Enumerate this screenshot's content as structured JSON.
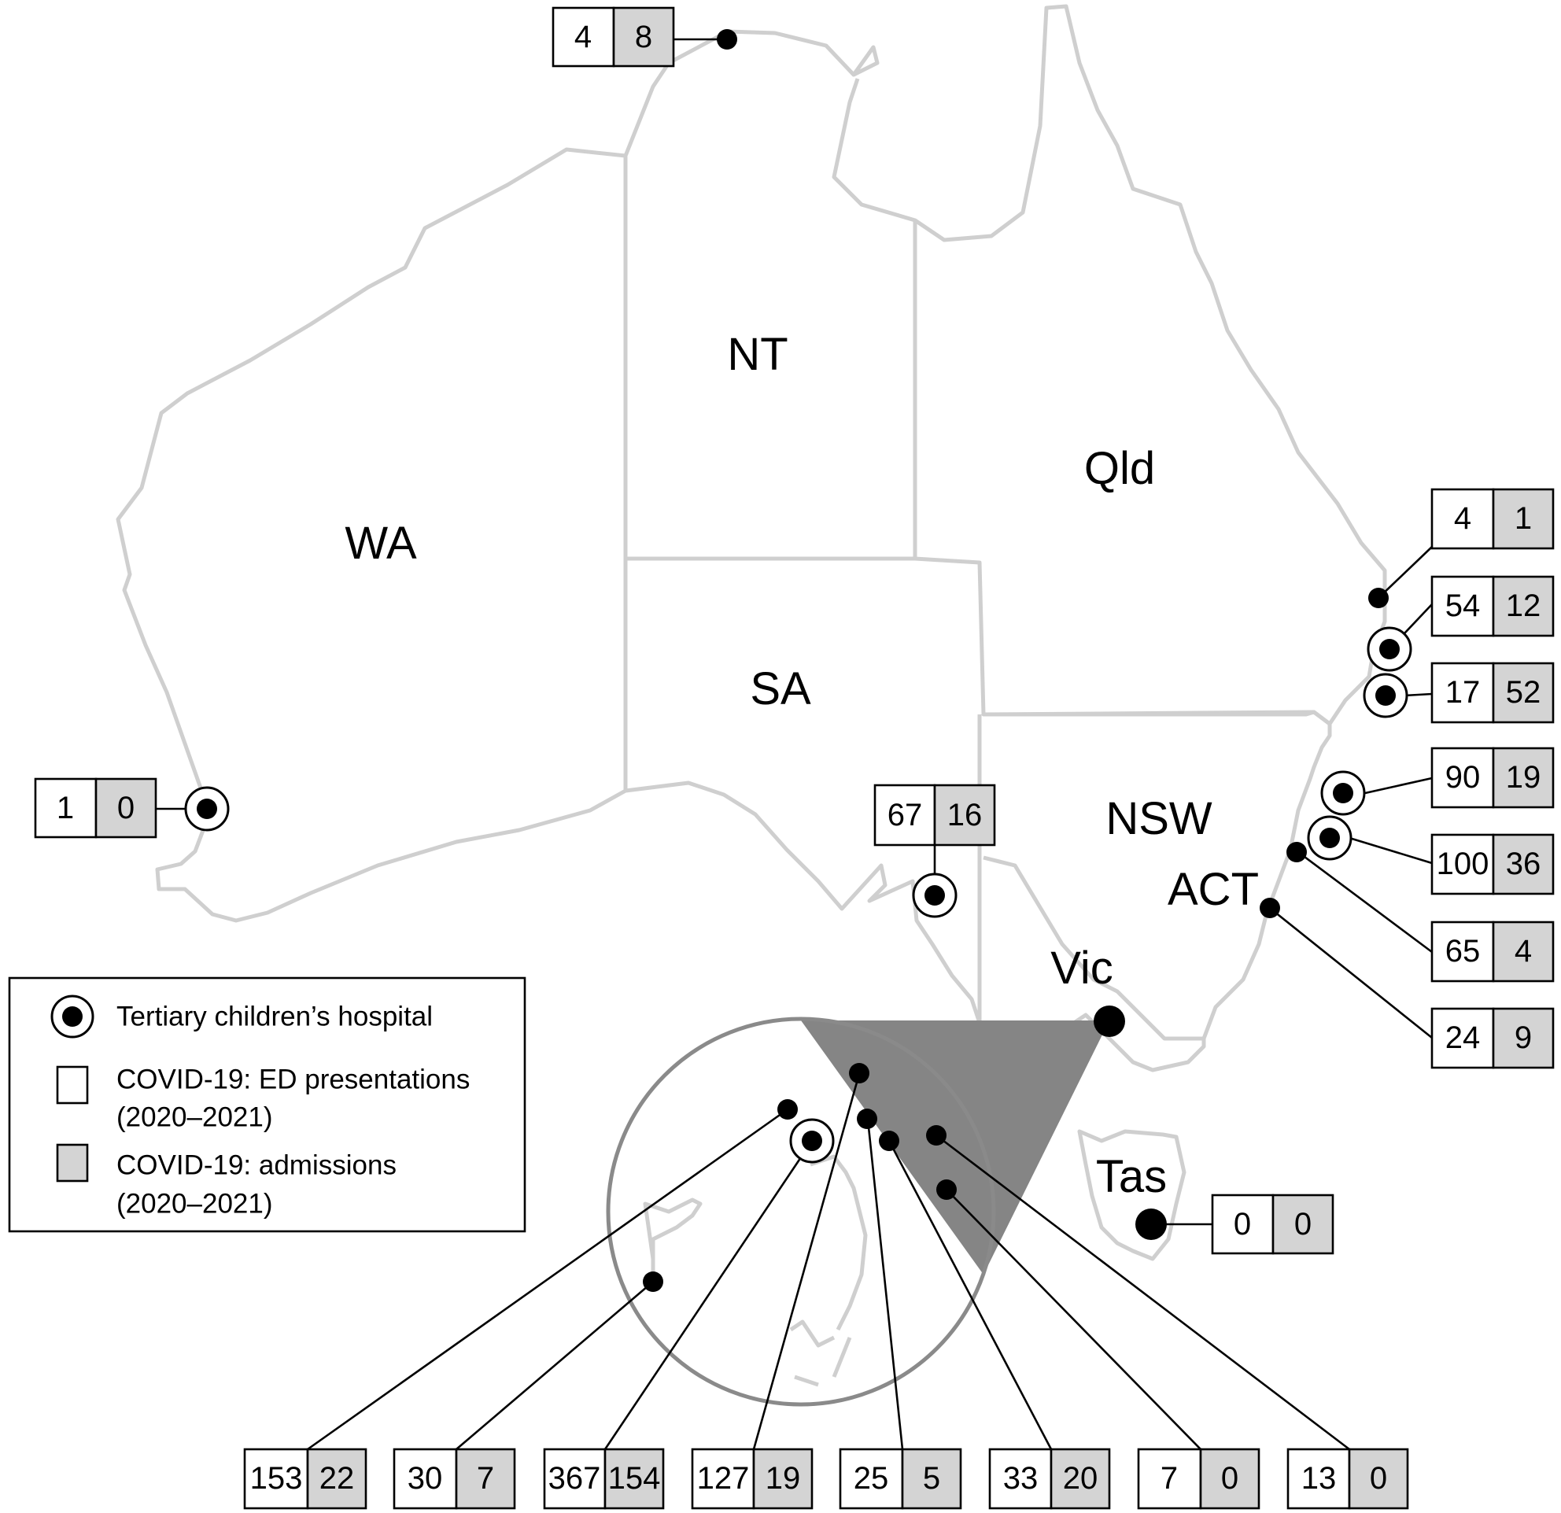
{
  "states": {
    "wa": "WA",
    "nt": "NT",
    "qld": "Qld",
    "sa": "SA",
    "nsw": "NSW",
    "act": "ACT",
    "vic": "Vic",
    "tas": "Tas"
  },
  "legend": {
    "tertiary": "Tertiary children’s hospital",
    "ed_line1": "COVID-19: ED presentations",
    "ed_line2": "(2020–2021)",
    "adm_line1": "COVID-19: admissions",
    "adm_line2": "(2020–2021)"
  },
  "colors": {
    "ed_box": "#ffffff",
    "admissions_box": "#d4d4d4",
    "state_border": "#cfcfcf"
  },
  "hospitals": [
    {
      "id": "nt-darwin",
      "state": "NT",
      "tertiary": false,
      "ed": "4",
      "adm": "8"
    },
    {
      "id": "wa-perth",
      "state": "WA",
      "tertiary": true,
      "ed": "1",
      "adm": "0"
    },
    {
      "id": "sa-adelaide",
      "state": "SA",
      "tertiary": true,
      "ed": "67",
      "adm": "16"
    },
    {
      "id": "qld-1",
      "state": "Qld",
      "tertiary": false,
      "ed": "4",
      "adm": "1"
    },
    {
      "id": "qld-2",
      "state": "Qld",
      "tertiary": true,
      "ed": "54",
      "adm": "12"
    },
    {
      "id": "qld-3",
      "state": "Qld",
      "tertiary": true,
      "ed": "17",
      "adm": "52"
    },
    {
      "id": "nsw-1",
      "state": "NSW",
      "tertiary": true,
      "ed": "90",
      "adm": "19"
    },
    {
      "id": "nsw-2",
      "state": "NSW",
      "tertiary": true,
      "ed": "100",
      "adm": "36"
    },
    {
      "id": "nsw-3",
      "state": "NSW",
      "tertiary": false,
      "ed": "65",
      "adm": "4"
    },
    {
      "id": "act-1",
      "state": "ACT",
      "tertiary": false,
      "ed": "24",
      "adm": "9"
    },
    {
      "id": "tas-1",
      "state": "Tas",
      "tertiary": false,
      "ed": "0",
      "adm": "0"
    },
    {
      "id": "vic-1",
      "state": "Vic",
      "tertiary": false,
      "ed": "153",
      "adm": "22"
    },
    {
      "id": "vic-2",
      "state": "Vic",
      "tertiary": false,
      "ed": "30",
      "adm": "7"
    },
    {
      "id": "vic-3",
      "state": "Vic",
      "tertiary": true,
      "ed": "367",
      "adm": "154"
    },
    {
      "id": "vic-4",
      "state": "Vic",
      "tertiary": false,
      "ed": "127",
      "adm": "19"
    },
    {
      "id": "vic-5",
      "state": "Vic",
      "tertiary": false,
      "ed": "25",
      "adm": "5"
    },
    {
      "id": "vic-6",
      "state": "Vic",
      "tertiary": false,
      "ed": "33",
      "adm": "20"
    },
    {
      "id": "vic-7",
      "state": "Vic",
      "tertiary": false,
      "ed": "7",
      "adm": "0"
    },
    {
      "id": "vic-8",
      "state": "Vic",
      "tertiary": false,
      "ed": "13",
      "adm": "0"
    }
  ]
}
